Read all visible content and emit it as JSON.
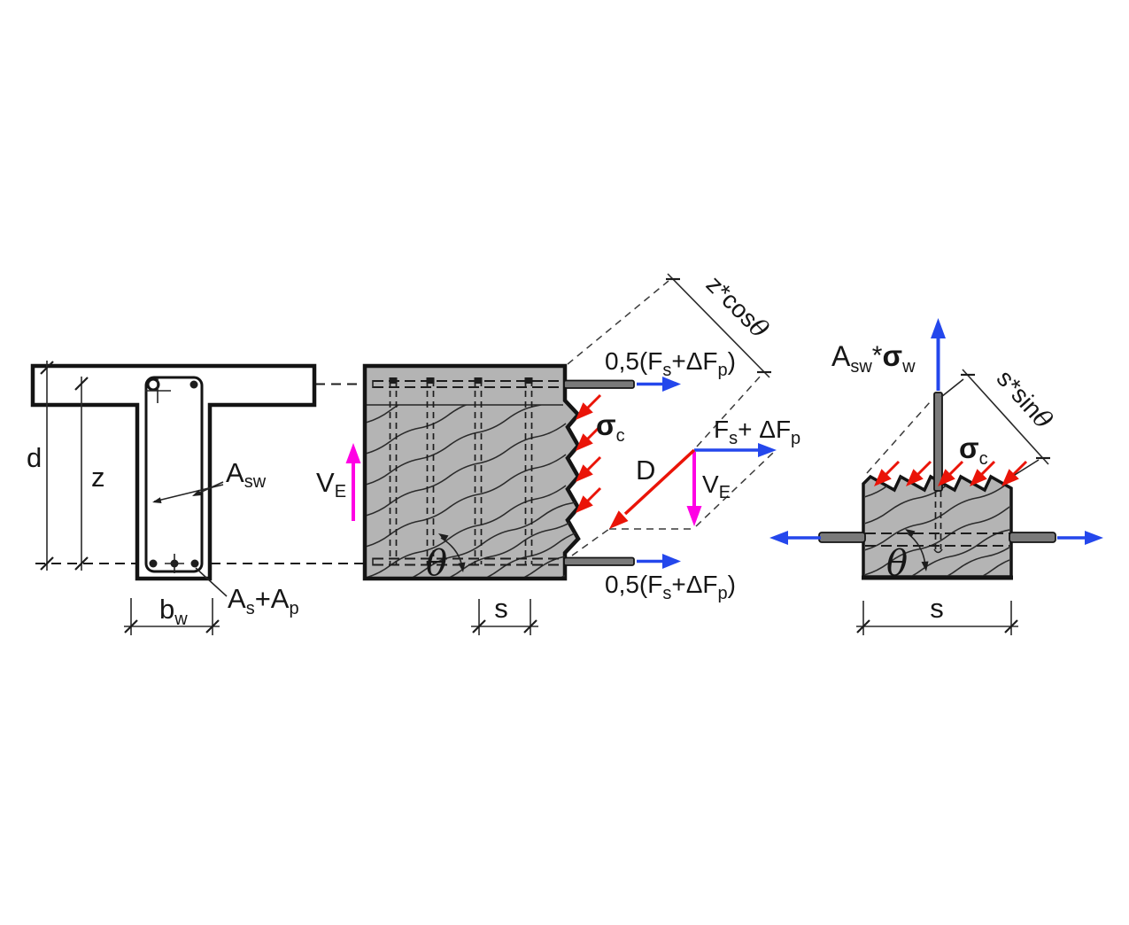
{
  "colors": {
    "arrow_blue": "#2447ec",
    "arrow_red": "#ea1408",
    "arrow_magenta": "#ff00e4",
    "concrete_gray": "#b4b4b4",
    "rebar_gray": "#7a7a7a",
    "line_black": "#161616"
  },
  "cross_section": {
    "dim_effective_depth": "d",
    "dim_lever_arm": "z",
    "stirrup_area": {
      "p1": "A",
      "s1": "sw"
    },
    "tension_reinforcement": {
      "p1": "A",
      "s1": "s",
      "p2": "+A",
      "s2": "p"
    },
    "dim_web_width": {
      "p1": "b",
      "s1": "w"
    }
  },
  "truss_panel": {
    "shear_force": {
      "p1": "V",
      "s1": "E"
    },
    "strut_stress": {
      "p1": "σ",
      "s1": "c"
    },
    "strut_angle": "θ",
    "dim_stirrup_spacing": "s",
    "dim_z_cos_theta": {
      "p1": "z*cos",
      "angle": "θ"
    },
    "top_chord_force": {
      "p1": "0,5(F",
      "s1": "s",
      "p2": "+ΔF",
      "s2": "p",
      "p3": ")"
    },
    "bottom_chord_force": {
      "p1": "0,5(F",
      "s1": "s",
      "p2": "+ΔF",
      "s2": "p",
      "p3": ")"
    }
  },
  "force_polygon": {
    "chord_tension": {
      "p1": "F",
      "s1": "s",
      "p2": "+ ΔF",
      "s2": "p"
    },
    "strut_force": "D",
    "shear_force": {
      "p1": "V",
      "s1": "E"
    }
  },
  "stirrup_detail": {
    "stirrup_force": {
      "p1": "A",
      "s1": "sw",
      "p2": "*",
      "p3": "σ",
      "s2": "w"
    },
    "dim_s_sin_theta": {
      "p1": "s*sin",
      "angle": "θ"
    },
    "strut_stress": {
      "p1": "σ",
      "s1": "c"
    },
    "strut_angle": "θ",
    "dim_spacing": "s"
  }
}
